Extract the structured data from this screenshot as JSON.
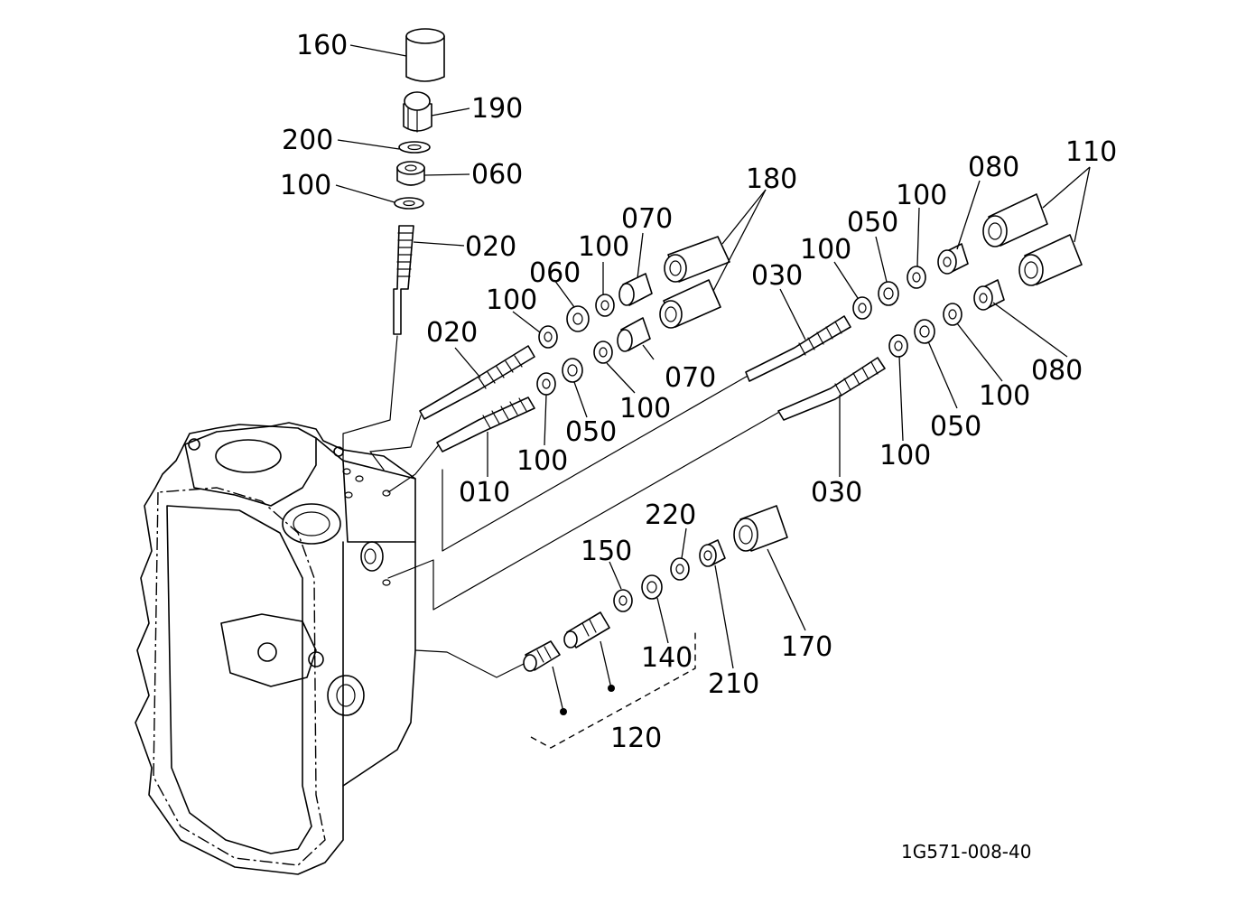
{
  "drawing": {
    "reference_code": "1G571-008-40",
    "callouts": {
      "p160": "160",
      "p190": "190",
      "p200": "200",
      "p060_top": "060",
      "p100_top": "100",
      "p020_top": "020",
      "p180": "180",
      "p070_a": "070",
      "p100_a": "100",
      "p060_a": "060",
      "p100_b": "100",
      "p020_b": "020",
      "p070_b": "070",
      "p100_c": "100",
      "p050_a": "050",
      "p100_d": "100",
      "p010": "010",
      "p110": "110",
      "p080_a": "080",
      "p100_e": "100",
      "p050_b": "050",
      "p100_f": "100",
      "p030_a": "030",
      "p080_b": "080",
      "p100_g": "100",
      "p050_c": "050",
      "p100_h": "100",
      "p030_b": "030",
      "p220": "220",
      "p150": "150",
      "p140": "140",
      "p210": "210",
      "p170": "170",
      "p120": "120"
    }
  }
}
